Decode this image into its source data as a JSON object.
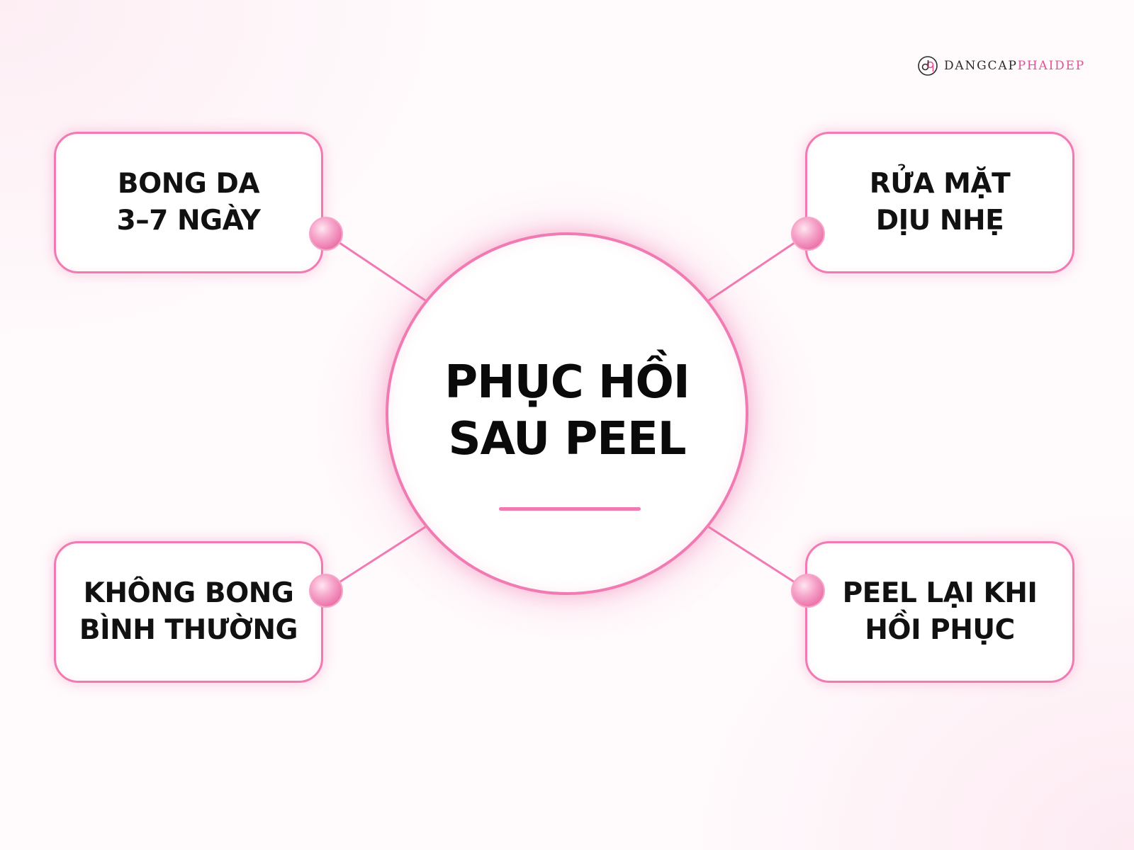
{
  "brand": {
    "prefix": "DANGCAP",
    "suffix": "PHAIDEP"
  },
  "center": {
    "line1": "PHỤC HỒI",
    "line2": "SAU PEEL"
  },
  "cards": {
    "top_left": {
      "line1": "BONG DA",
      "line2": "3–7 NGÀY"
    },
    "top_right": {
      "line1": "RỬA MẶT",
      "line2": "DỊU NHẸ"
    },
    "bottom_left": {
      "line1": "KHÔNG BONG",
      "line2": "BÌNH THƯỜNG"
    },
    "bottom_right": {
      "line1": "PEEL LẠI KHI",
      "line2": "HỒI PHỤC"
    }
  },
  "colors": {
    "accent": "#f07ab2",
    "logo_pink": "#e64f95",
    "text": "#111111"
  }
}
